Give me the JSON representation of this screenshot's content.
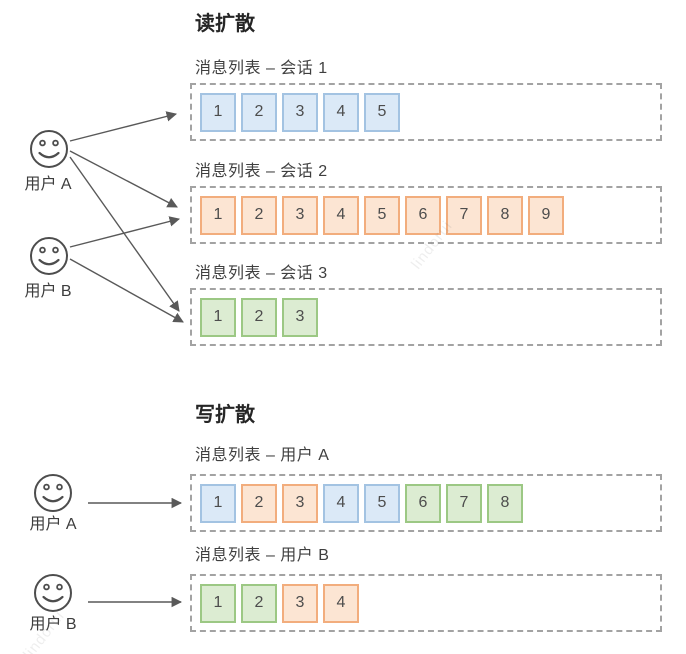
{
  "palette": {
    "blue": {
      "fill": "#dbe9f7",
      "stroke": "#a3c3e2"
    },
    "orange": {
      "fill": "#fce5d3",
      "stroke": "#f2ad7d"
    },
    "green": {
      "fill": "#dcecd2",
      "stroke": "#9cc884"
    }
  },
  "arrow_color": "#595959",
  "read_section": {
    "title": "读扩散",
    "users": [
      {
        "label": "用户 A"
      },
      {
        "label": "用户 B"
      }
    ],
    "lists": [
      {
        "label": "消息列表 – 会话 1",
        "items": [
          {
            "v": "1",
            "c": "blue"
          },
          {
            "v": "2",
            "c": "blue"
          },
          {
            "v": "3",
            "c": "blue"
          },
          {
            "v": "4",
            "c": "blue"
          },
          {
            "v": "5",
            "c": "blue"
          }
        ]
      },
      {
        "label": "消息列表 – 会话 2",
        "items": [
          {
            "v": "1",
            "c": "orange"
          },
          {
            "v": "2",
            "c": "orange"
          },
          {
            "v": "3",
            "c": "orange"
          },
          {
            "v": "4",
            "c": "orange"
          },
          {
            "v": "5",
            "c": "orange"
          },
          {
            "v": "6",
            "c": "orange"
          },
          {
            "v": "7",
            "c": "orange"
          },
          {
            "v": "8",
            "c": "orange"
          },
          {
            "v": "9",
            "c": "orange"
          }
        ]
      },
      {
        "label": "消息列表 – 会话 3",
        "items": [
          {
            "v": "1",
            "c": "green"
          },
          {
            "v": "2",
            "c": "green"
          },
          {
            "v": "3",
            "c": "green"
          }
        ]
      }
    ]
  },
  "write_section": {
    "title": "写扩散",
    "users": [
      {
        "label": "用户 A"
      },
      {
        "label": "用户 B"
      }
    ],
    "lists": [
      {
        "label": "消息列表 – 用户 A",
        "items": [
          {
            "v": "1",
            "c": "blue"
          },
          {
            "v": "2",
            "c": "orange"
          },
          {
            "v": "3",
            "c": "orange"
          },
          {
            "v": "4",
            "c": "blue"
          },
          {
            "v": "5",
            "c": "blue"
          },
          {
            "v": "6",
            "c": "green"
          },
          {
            "v": "7",
            "c": "green"
          },
          {
            "v": "8",
            "c": "green"
          }
        ]
      },
      {
        "label": "消息列表 – 用户 B",
        "items": [
          {
            "v": "1",
            "c": "green"
          },
          {
            "v": "2",
            "c": "green"
          },
          {
            "v": "3",
            "c": "orange"
          },
          {
            "v": "4",
            "c": "orange"
          }
        ]
      }
    ]
  },
  "watermark": {
    "text": "lindorui"
  }
}
